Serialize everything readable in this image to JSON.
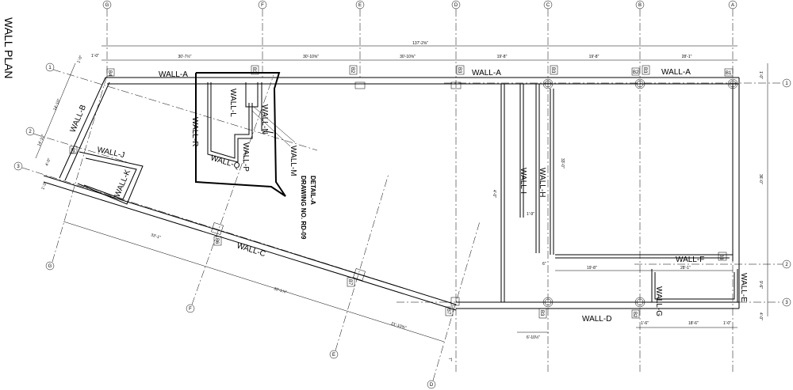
{
  "title": "WALL PLAN",
  "top_grid": [
    "G",
    "F",
    "E",
    "D",
    "C",
    "B",
    "A"
  ],
  "right_grid": [
    "1",
    "2",
    "3"
  ],
  "left_grid": [
    "1",
    "2",
    "3"
  ],
  "slanted_grid": [
    "G",
    "F",
    "E",
    "D"
  ],
  "walls": {
    "a1": "WALL-A",
    "a2": "WALL-A",
    "a3": "WALL-A",
    "b": "WALL-B",
    "c": "WALL-C",
    "d": "WALL-D",
    "e": "WALL-E",
    "f": "WALL-F",
    "g": "WALL-G",
    "h": "WALL-H",
    "i": "WALL-I",
    "j": "WALL-J",
    "k": "WALL-K",
    "l": "WALL-L",
    "m": "WALL-M",
    "n": "WALL-N",
    "p": "WALL-P",
    "q": "WALL-Q",
    "r": "WALL-R"
  },
  "detail": {
    "line1": "DETAIL-A",
    "line2": "DRAWING NO. RD-09"
  },
  "tags": {
    "b4": "B4",
    "b3a": "B3",
    "b2": "B2",
    "b3b": "B3",
    "b1": "B1",
    "b5": "B5",
    "b6": "B6",
    "b7a": "B7",
    "b7b": "B7",
    "b3c": "B3",
    "b3d": "B3",
    "b2b": "B2"
  },
  "dims": {
    "overall": "137'-2⅝\"",
    "d1": "30'-7½\"",
    "d2": "30'-10⅝\"",
    "d3": "30'-10⅝\"",
    "d4": "19'-8\"",
    "d5": "19'-8\"",
    "d6": "28'-1\"",
    "left_small": "1'-0\"",
    "right_v1": "1'-0\"",
    "right_v2": "36'-0\"",
    "right_v3": "9'-6\"",
    "right_v4": "4'-0\"",
    "slant1": "33'-1\"",
    "slant2": "35'-1⅞\"",
    "slant3": "21'-10⅝\"",
    "b_len1": "14'-10\"",
    "b_len2": "14'-10\"",
    "b_small": "4'-0\"",
    "b_small2": "1'-0\"",
    "b_small3": "1'-3\"",
    "wall_h_dim": "33'-0\"",
    "wall_i_dim": "4'-0\"",
    "mid1": "1'-9\"",
    "mid2": "6\"",
    "f_dim": "19'-8\"",
    "e_dim": "28'-1\"",
    "bot1": "6'-10½\"",
    "bot2": "1'-6\"",
    "bot3": "18'-6\"",
    "bot4": "1'-0\"",
    "bot5": "7\""
  }
}
